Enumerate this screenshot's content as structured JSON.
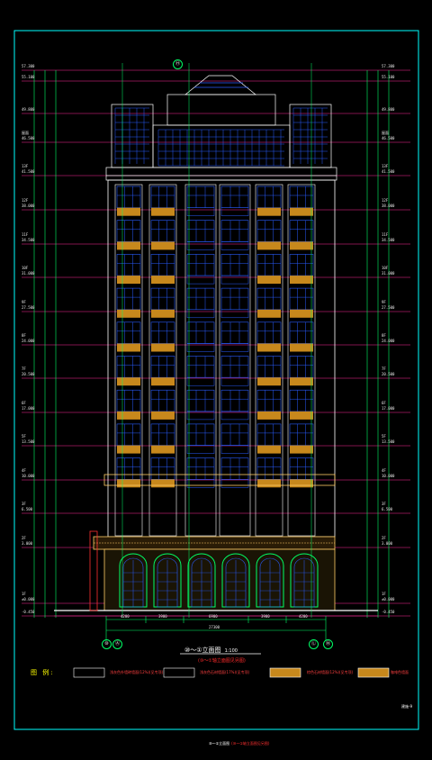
{
  "drawing": {
    "title": "⑩～①立面图",
    "scale": "1:100",
    "subtitle": "(⑩～①轴立面图见另图)",
    "footer_title": "⑩～①立面图",
    "footer_subtitle": "(⑩～①轴立面图见另图)",
    "sheet_no": "建施-9"
  },
  "legend": {
    "title": "图 例:",
    "items": [
      {
        "swatch": "#000000",
        "text": "浅灰色外墙砖墙面(12%)(见专项)"
      },
      {
        "swatch": "#000000",
        "text": "浅灰色石材墙面(17%)(见专项)"
      },
      {
        "swatch": "#c7881c",
        "text": "棕色石材墙面(12%)(见专项)"
      },
      {
        "swatch": "#c7881c",
        "text": "咖啡色墙面"
      }
    ]
  },
  "grid_axes": {
    "bottom": [
      "⑩",
      "Ⓐ",
      "Ⓛ",
      "Ⓝ"
    ],
    "top": [
      "Ⓗ"
    ]
  },
  "levels_left": [
    {
      "elev": "57.300",
      "floor": ""
    },
    {
      "elev": "55.100",
      "floor": ""
    },
    {
      "elev": "49.800",
      "floor": ""
    },
    {
      "elev": "46.500",
      "floor": "屋面"
    },
    {
      "elev": "41.500",
      "floor": "13F"
    },
    {
      "elev": "38.000",
      "floor": "12F"
    },
    {
      "elev": "34.500",
      "floor": "11F"
    },
    {
      "elev": "31.000",
      "floor": "10F"
    },
    {
      "elev": "27.500",
      "floor": "9F"
    },
    {
      "elev": "24.000",
      "floor": "8F"
    },
    {
      "elev": "20.500",
      "floor": "7F"
    },
    {
      "elev": "17.000",
      "floor": "6F"
    },
    {
      "elev": "13.500",
      "floor": "5F"
    },
    {
      "elev": "10.000",
      "floor": "4F"
    },
    {
      "elev": "6.500",
      "floor": "3F"
    },
    {
      "elev": "3.000",
      "floor": "2F"
    },
    {
      "elev": "±0.000",
      "floor": "1F"
    },
    {
      "elev": "-0.450",
      "floor": ""
    }
  ],
  "levels_right": [
    {
      "elev": "57.300",
      "floor": ""
    },
    {
      "elev": "55.100",
      "floor": ""
    },
    {
      "elev": "49.800",
      "floor": ""
    },
    {
      "elev": "46.500",
      "floor": "屋面"
    },
    {
      "elev": "41.500",
      "floor": "13F"
    },
    {
      "elev": "38.000",
      "floor": "12F"
    },
    {
      "elev": "34.500",
      "floor": "11F"
    },
    {
      "elev": "31.000",
      "floor": "10F"
    },
    {
      "elev": "27.500",
      "floor": "9F"
    },
    {
      "elev": "24.000",
      "floor": "8F"
    },
    {
      "elev": "20.500",
      "floor": "7F"
    },
    {
      "elev": "17.000",
      "floor": "6F"
    },
    {
      "elev": "13.500",
      "floor": "5F"
    },
    {
      "elev": "10.000",
      "floor": "4F"
    },
    {
      "elev": "6.500",
      "floor": "3F"
    },
    {
      "elev": "3.000",
      "floor": "2F"
    },
    {
      "elev": "±0.000",
      "floor": "1F"
    },
    {
      "elev": "-0.450",
      "floor": ""
    }
  ],
  "dimensions": {
    "overall": "27300",
    "segments": [
      "4200",
      "3900",
      "6900",
      "3900",
      "4200"
    ]
  },
  "colors": {
    "frame": "#00ffff",
    "dim": "#00ff66",
    "level_line": "#ff2a9a",
    "facade": "#ffffff",
    "glass": "#2a5cff",
    "panel": "#c7881c",
    "base": "#ffcc66",
    "arch": "#00ff66"
  }
}
